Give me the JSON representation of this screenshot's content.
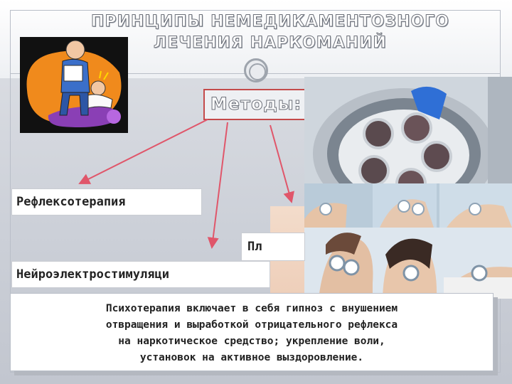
{
  "title": {
    "line1": "ПРИНЦИПЫ НЕМЕДИКАМЕНТОЗНОГО",
    "line2": "ЛЕЧЕНИЯ НАРКОМАНИЙ"
  },
  "methods_label": "Методы:",
  "items": {
    "reflexotherapy": "Рефлексотерапия",
    "plasma": "Пл",
    "neuro": "Нейроэлектростимуляци"
  },
  "psychotherapy": {
    "line1": "Психотерапия включает в себя гипноз с внушением",
    "line2": "отвращения и выработкой отрицательного рефлекса",
    "line3": "на наркотическое средство; укрепление воли,",
    "line4": "установок на активное выздоровление."
  },
  "colors": {
    "arrow": "#e0566a",
    "methods_border": "#c44a4a"
  }
}
